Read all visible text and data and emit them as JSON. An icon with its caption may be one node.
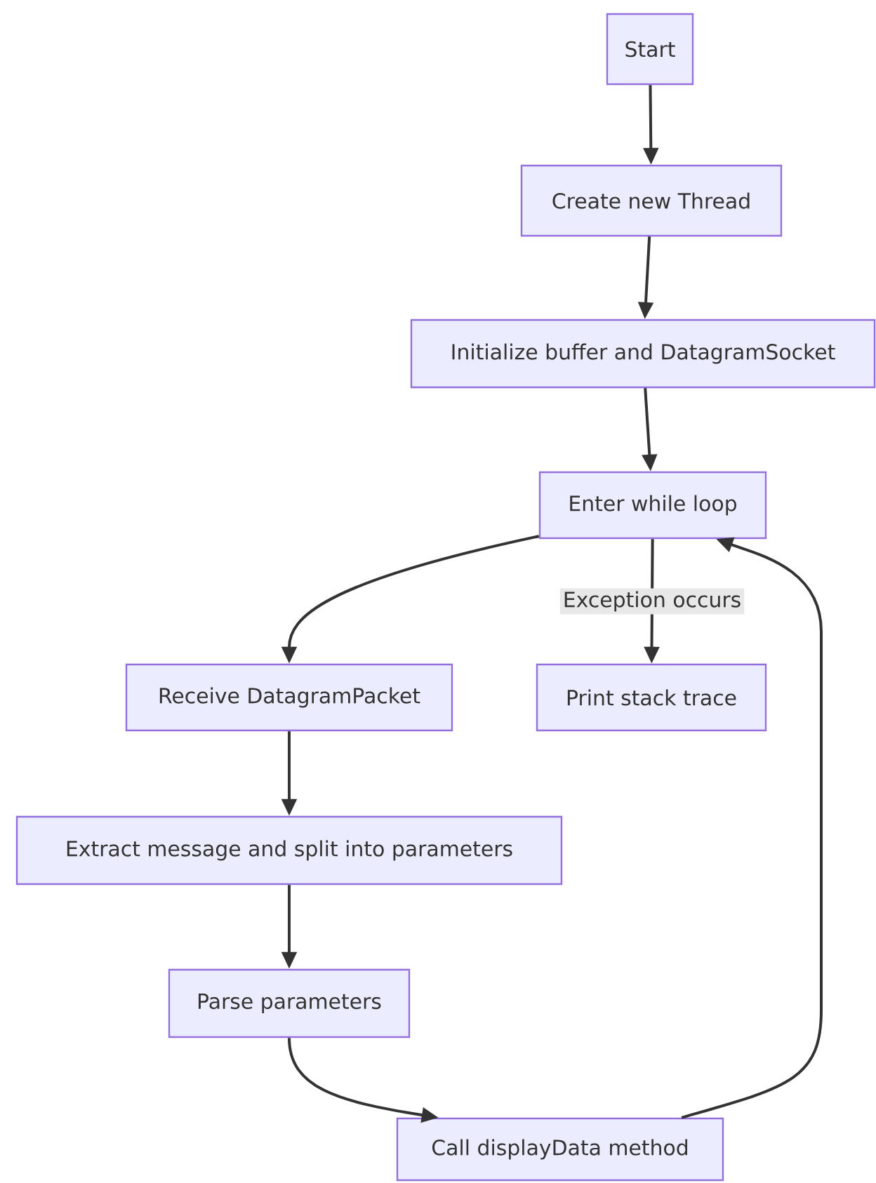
{
  "diagram": {
    "nodes": [
      {
        "text": [
          "Start"
        ]
      },
      {
        "text": [
          "Create new Thread"
        ]
      },
      {
        "text": [
          "Initialize buffer and DatagramSocket"
        ]
      },
      {
        "text": [
          "Enter while loop"
        ]
      },
      {
        "text": [
          "Receive DatagramPacket"
        ]
      },
      {
        "text": [
          "Print stack trace"
        ]
      },
      {
        "text": [
          "Extract message and split into parameters"
        ]
      },
      {
        "text": [
          "Parse parameters"
        ]
      },
      {
        "text": [
          "Call displayData method"
        ]
      }
    ],
    "edges": [
      {
        "from": 0,
        "to": 1,
        "arrow": "to"
      },
      {
        "from": 1,
        "to": 2,
        "arrow": "to"
      },
      {
        "from": 2,
        "to": 3,
        "arrow": "to"
      },
      {
        "from": 3,
        "to": 4,
        "arrow": "to"
      },
      {
        "from": 3,
        "to": 5,
        "arrow": "to",
        "label": "Exception occurs"
      },
      {
        "from": 4,
        "to": 6,
        "arrow": "to"
      },
      {
        "from": 6,
        "to": 7,
        "arrow": "to"
      },
      {
        "from": 7,
        "to": 8,
        "arrow": "to"
      },
      {
        "from": 8,
        "to": 3,
        "arrow": "to"
      }
    ]
  }
}
